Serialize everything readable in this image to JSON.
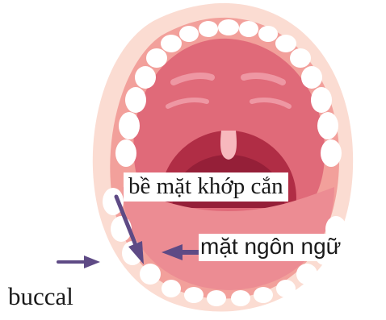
{
  "labels": {
    "occlusal_surface": "bề mặt khớp cắn",
    "lingual_surface": "mặt ngôn ngữ",
    "buccal": "buccal"
  },
  "colors": {
    "mouth_outline": "#fbdcd2",
    "gum": "#f2a09b",
    "palate": "#e06a79",
    "palate_highlight": "#ee97a3",
    "throat": "#b02d45",
    "throat_dark": "#951f38",
    "uvula": "#f7b8bd",
    "tongue": "#ec8c93",
    "teeth": "#ffffff",
    "arrow": "#5e4a85",
    "label_text": "#1a1a1a"
  },
  "icons": [
    "mouth-illustration",
    "occlusal-arrow-icon",
    "lingual-arrow-icon",
    "buccal-arrow-icon"
  ]
}
